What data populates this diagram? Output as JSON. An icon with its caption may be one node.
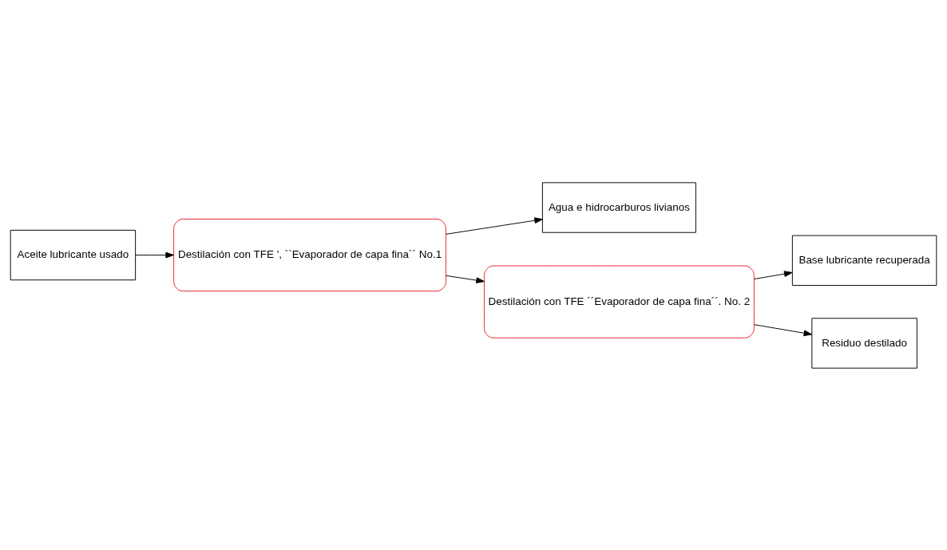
{
  "diagram": {
    "nodes": [
      {
        "text": [
          "Agua e hidrocarburos livianos"
        ]
      },
      {
        "text": [
          "Aceite lubricante usado"
        ]
      },
      {
        "text": [
          "Destilación con TFE ', ``Evaporador de capa fina´´ No.1"
        ]
      },
      {
        "text": [
          "Destilación con TFE ´´Evaporador de capa fina´´. No. 2"
        ]
      },
      {
        "text": [
          "Base lubricante recuperada"
        ]
      },
      {
        "text": [
          "Residuo destilado"
        ]
      }
    ],
    "edges": [
      {
        "from": 1,
        "to": 2,
        "arrow": "to"
      },
      {
        "from": 2,
        "to": 0,
        "arrow": "to"
      },
      {
        "from": 2,
        "to": 3,
        "arrow": "to"
      },
      {
        "from": 3,
        "to": 4,
        "arrow": "to"
      },
      {
        "from": 3,
        "to": 5,
        "arrow": "to"
      }
    ]
  }
}
